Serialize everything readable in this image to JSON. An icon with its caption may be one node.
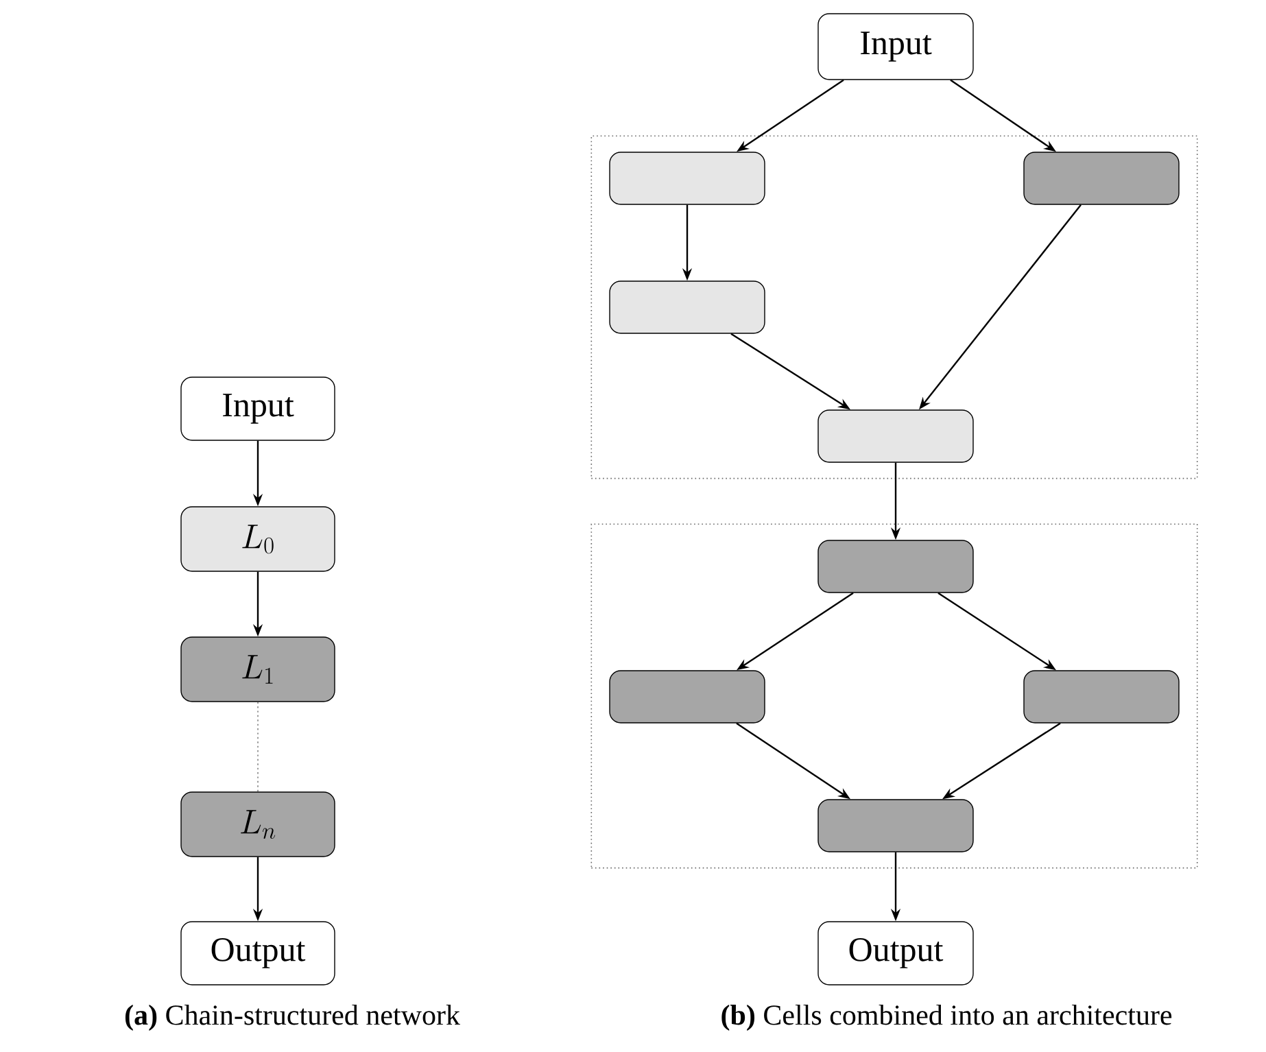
{
  "diagram": {
    "nodes": [
      {
        "text": [
          "Input"
        ]
      },
      {
        "text": [
          "L_0"
        ]
      },
      {
        "text": [
          "L_1"
        ]
      },
      {
        "text": [
          "L_n"
        ]
      },
      {
        "text": [
          "Output"
        ]
      },
      {
        "text": [
          "Input"
        ]
      },
      {
        "text": [],
        "shape": "box"
      },
      {
        "text": [],
        "shape": "box",
        "in": 6
      },
      {
        "text": [],
        "shape": "box",
        "in": 6
      },
      {
        "text": [],
        "shape": "box",
        "in": 6
      },
      {
        "text": [],
        "shape": "box",
        "in": 6
      },
      {
        "text": [],
        "shape": "box"
      },
      {
        "text": [],
        "shape": "box",
        "in": 11
      },
      {
        "text": [],
        "shape": "box",
        "in": 11
      },
      {
        "text": [],
        "shape": "box",
        "in": 11
      },
      {
        "text": [],
        "shape": "box",
        "in": 11
      },
      {
        "text": [
          "Output"
        ]
      }
    ],
    "edges": [
      {
        "from": 0,
        "to": 1,
        "arrow": "to"
      },
      {
        "from": 1,
        "to": 2,
        "arrow": "to"
      },
      {
        "from": 2,
        "to": 3,
        "arrow": "none",
        "style": "dashed"
      },
      {
        "from": 3,
        "to": 4,
        "arrow": "to"
      },
      {
        "from": 5,
        "to": 7,
        "arrow": "to"
      },
      {
        "from": 5,
        "to": 8,
        "arrow": "to"
      },
      {
        "from": 7,
        "to": 9,
        "arrow": "to"
      },
      {
        "from": 9,
        "to": 10,
        "arrow": "to"
      },
      {
        "from": 8,
        "to": 10,
        "arrow": "to"
      },
      {
        "from": 10,
        "to": 12,
        "arrow": "to"
      },
      {
        "from": 12,
        "to": 13,
        "arrow": "to"
      },
      {
        "from": 12,
        "to": 14,
        "arrow": "to"
      },
      {
        "from": 13,
        "to": 15,
        "arrow": "to"
      },
      {
        "from": 14,
        "to": 15,
        "arrow": "to"
      },
      {
        "from": 15,
        "to": 16,
        "arrow": "to"
      }
    ],
    "labels": [
      "**(a)** Chain-structured network",
      "**(b)** Cells combined into an architecture"
    ]
  }
}
